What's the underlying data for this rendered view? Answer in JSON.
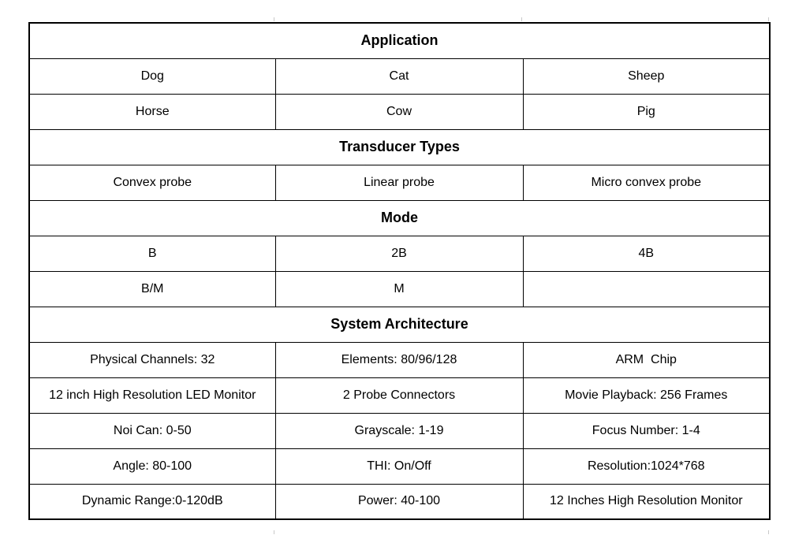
{
  "page": {
    "background_color": "#ffffff",
    "border_color": "#000000",
    "text_color": "#000000"
  },
  "table": {
    "sections": [
      {
        "header": "Application",
        "rows": [
          [
            "Dog",
            "Cat",
            "Sheep"
          ],
          [
            "Horse",
            "Cow",
            "Pig"
          ]
        ]
      },
      {
        "header": "Transducer Types",
        "rows": [
          [
            "Convex probe",
            "Linear probe",
            "Micro convex probe"
          ]
        ]
      },
      {
        "header": "Mode",
        "rows": [
          [
            "B",
            "2B",
            "4B"
          ],
          [
            "B/M",
            "M",
            ""
          ]
        ]
      },
      {
        "header": "System Architecture",
        "rows": [
          [
            "Physical Channels: 32",
            "Elements: 80/96/128",
            "ARM  Chip"
          ],
          [
            "12 inch High Resolution LED Monitor",
            "2 Probe Connectors",
            "Movie Playback: 256 Frames"
          ],
          [
            "Noi Can: 0-50",
            "Grayscale: 1-19",
            "Focus Number: 1-4"
          ],
          [
            "Angle: 80-100",
            "THI: On/Off",
            "Resolution:1024*768"
          ],
          [
            "Dynamic Range:0-120dB",
            "Power: 40-100",
            "12 Inches High Resolution Monitor"
          ]
        ]
      }
    ]
  }
}
